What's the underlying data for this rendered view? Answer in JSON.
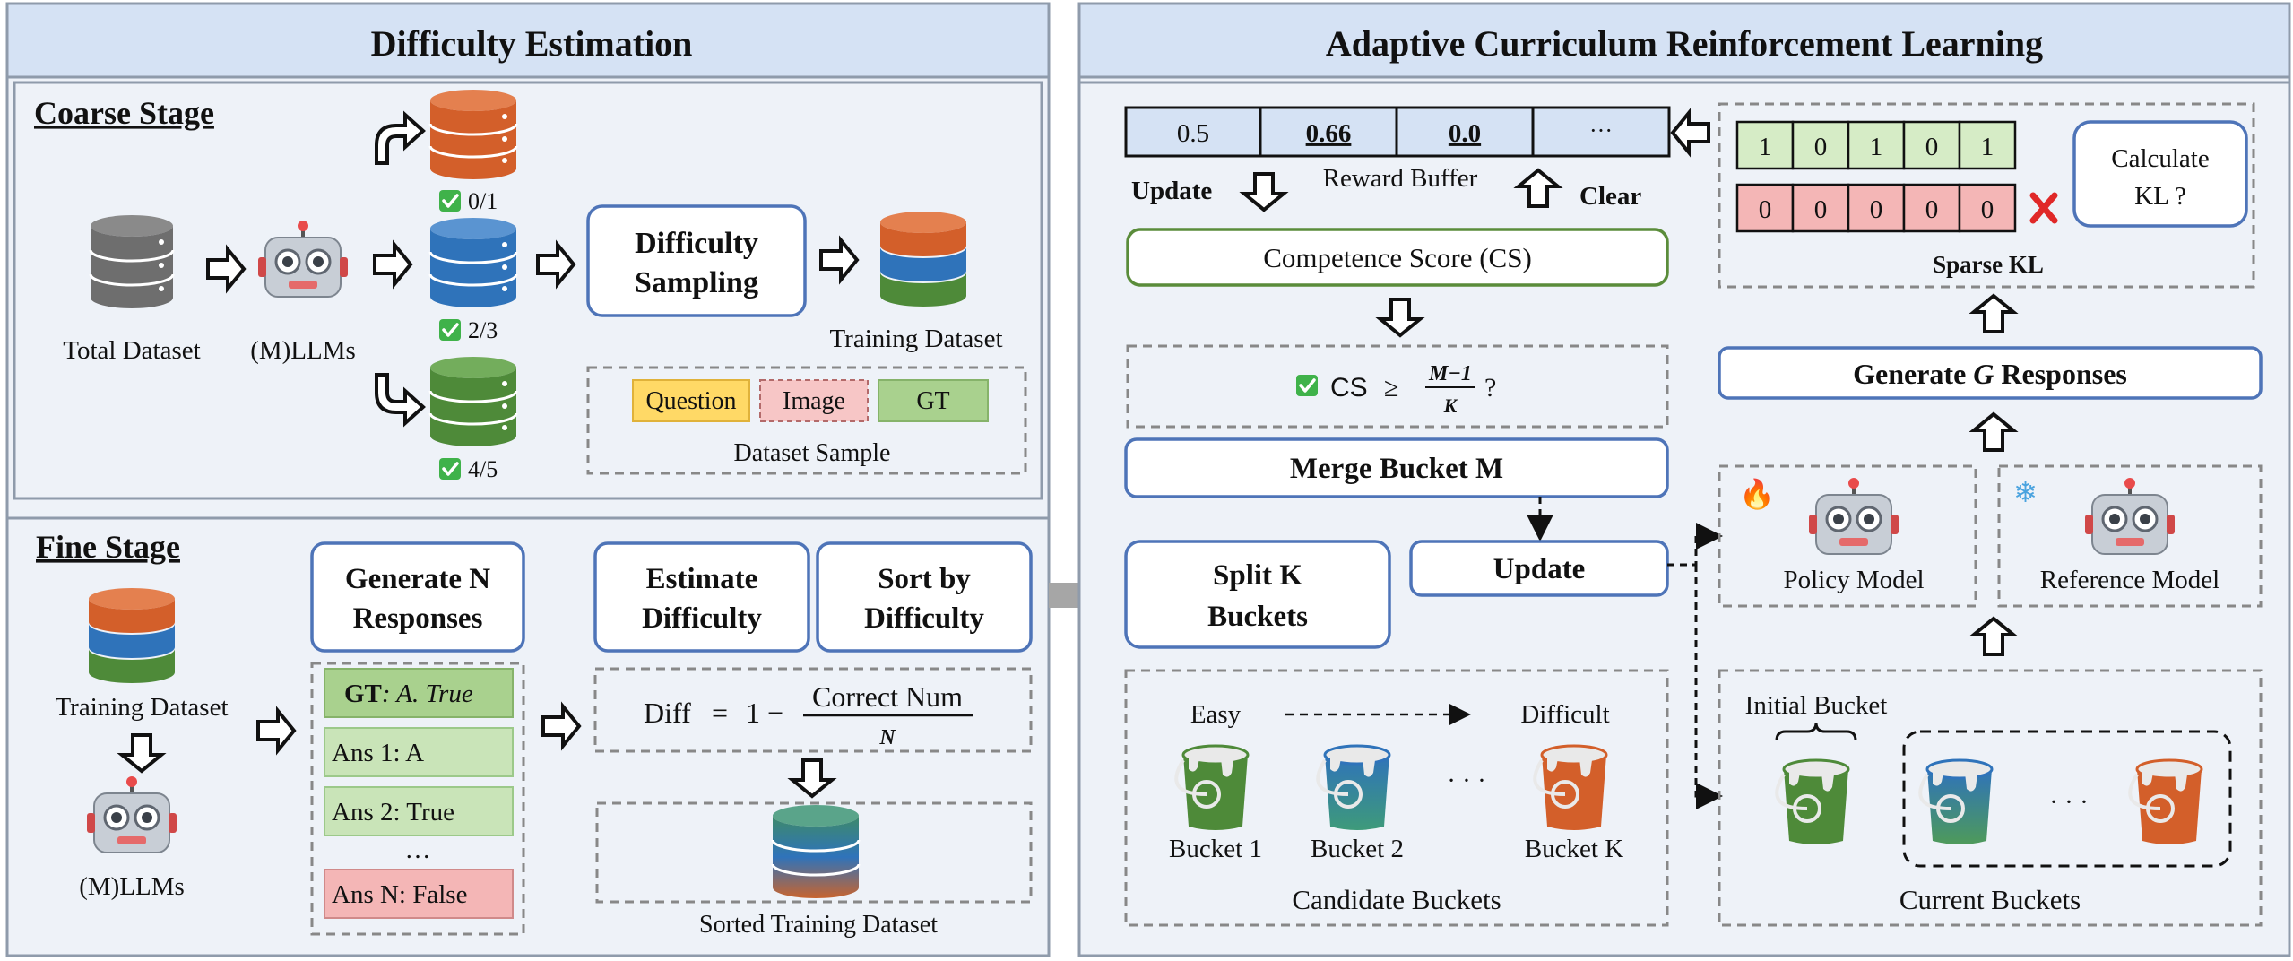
{
  "colors": {
    "header_bg": "#d5e2f4",
    "panel_bg": "#eef2f8",
    "panel_border": "#8f9bab",
    "box_blue": "#4e74b8",
    "box_green": "#5a8c3a",
    "question_fill": "#ffd966",
    "image_fill": "#f7c6c6",
    "gt_fill": "#a9d18e",
    "correct_fill": "#c9e4b8",
    "wrong_fill": "#f4b6b6",
    "db_orange": "#d35f2a",
    "db_blue": "#2f73ba",
    "db_green": "#4e8a39",
    "db_gray": "#6e6e6e"
  },
  "left": {
    "title": "Difficulty Estimation",
    "coarse": {
      "label": "Coarse Stage",
      "total_dataset": "Total Dataset",
      "mllms": "(M)LLMs",
      "score_top": "0/1",
      "score_mid": "2/3",
      "score_bot": "4/5",
      "difficulty_sampling_l1": "Difficulty",
      "difficulty_sampling_l2": "Sampling",
      "training_dataset": "Training Dataset",
      "question": "Question",
      "image": "Image",
      "gt": "GT",
      "dataset_sample": "Dataset Sample"
    },
    "fine": {
      "label": "Fine Stage",
      "training_dataset": "Training Dataset",
      "mllms": "(M)LLMs",
      "gen_n_l1": "Generate N",
      "gen_n_l2": "Responses",
      "gt_bold": "GT",
      "gt_rest": ": A. True",
      "ans1": "Ans 1: A",
      "ans2": "Ans 2: True",
      "dots": "…",
      "ansn": "Ans N: False",
      "estimate_l1": "Estimate",
      "estimate_l2": "Difficulty",
      "sort_l1": "Sort by",
      "sort_l2": "Difficulty",
      "diff_label": "Diff",
      "eq": "=",
      "one": "1",
      "minus": "−",
      "correct_num": "Correct Num",
      "n_symbol": "N",
      "sorted_dataset": "Sorted Training Dataset"
    }
  },
  "right": {
    "title": "Adaptive Curriculum Reinforcement Learning",
    "buffer": [
      "0.5",
      "0.66",
      "0.0",
      "···"
    ],
    "reward_buffer": "Reward Buffer",
    "update": "Update",
    "clear": "Clear",
    "kl_correct": [
      "1",
      "0",
      "1",
      "0",
      "1"
    ],
    "kl_wrong": [
      "0",
      "0",
      "0",
      "0",
      "0"
    ],
    "calc_kl_l1": "Calculate",
    "calc_kl_l2": "KL ?",
    "sparse_kl": "Sparse KL",
    "competence": "Competence Score (CS)",
    "cs_cond_cs": "CS",
    "cs_cond_geq": "≥",
    "cs_cond_num": "M−1",
    "cs_cond_den": "K",
    "cs_cond_q": "?",
    "merge": "Merge Bucket M",
    "split_l1": "Split K",
    "split_l2": "Buckets",
    "update_box": "Update",
    "gen_g_prefix": "Generate",
    "gen_g_var": "G",
    "gen_g_suffix": "Responses",
    "policy_model": "Policy Model",
    "reference_model": "Reference Model",
    "easy": "Easy",
    "difficult": "Difficult",
    "bucket1": "Bucket 1",
    "bucket2": "Bucket 2",
    "bucketk": "Bucket K",
    "ellipsis": "· · ·",
    "candidate_buckets": "Candidate Buckets",
    "initial_bucket": "Initial Bucket",
    "current_buckets": "Current Buckets",
    "fire": "🔥",
    "snow": "❄"
  }
}
